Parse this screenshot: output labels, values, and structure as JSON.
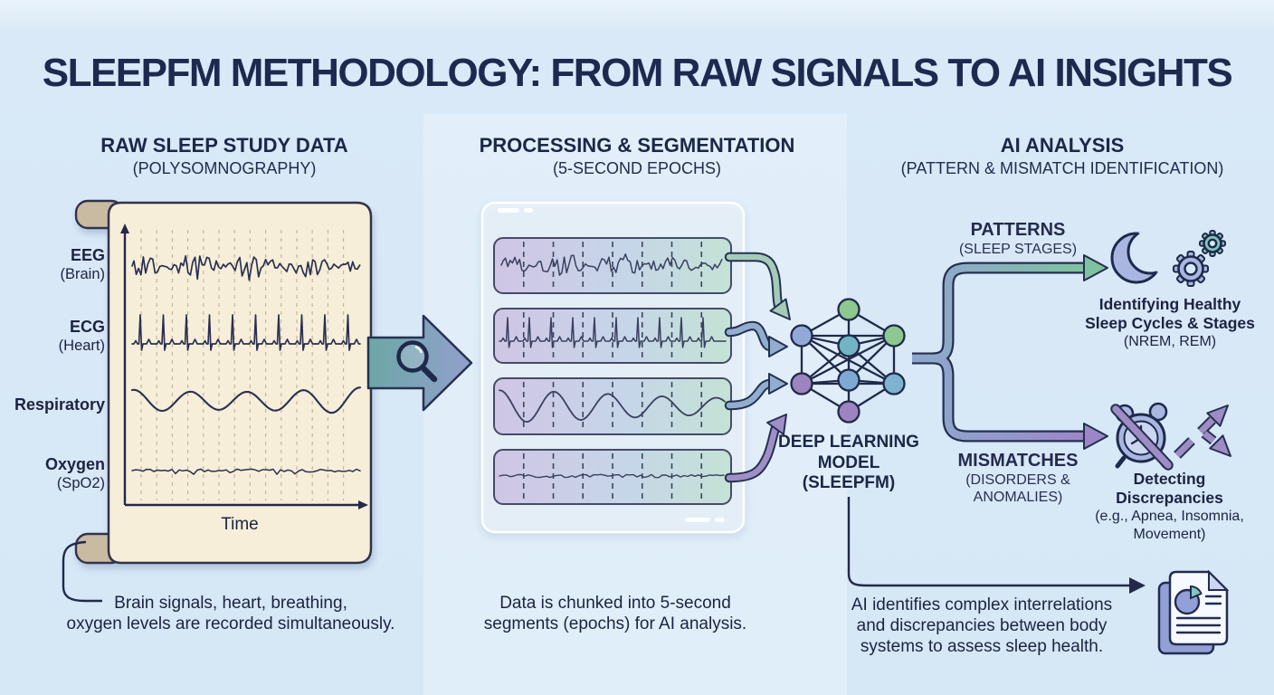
{
  "title": "SLEEPFM METHODOLOGY: FROM RAW SIGNALS TO AI INSIGHTS",
  "columns": [
    {
      "heading": "RAW SLEEP STUDY DATA",
      "subheading": "(POLYSOMNOGRAPHY)"
    },
    {
      "heading": "PROCESSING & SEGMENTATION",
      "subheading": "(5-SECOND EPOCHS)"
    },
    {
      "heading": "AI ANALYSIS",
      "subheading": "(PATTERN & MISMATCH IDENTIFICATION)"
    }
  ],
  "raw_panel": {
    "signals": [
      {
        "label": "EEG",
        "sublabel": "(Brain)"
      },
      {
        "label": "ECG",
        "sublabel": "(Heart)"
      },
      {
        "label": "Respiratory",
        "sublabel": ""
      },
      {
        "label": "Oxygen",
        "sublabel": "(SpO2)"
      }
    ],
    "x_axis_label": "Time",
    "caption": [
      "Brain signals, heart, breathing,",
      "oxygen levels are recorded simultaneously."
    ]
  },
  "processing_panel": {
    "caption": [
      "Data is chunked into 5-second",
      "segments (epochs) for AI analysis."
    ]
  },
  "model": {
    "label_lines": [
      "DEEP LEARNING",
      "MODEL",
      "(SLEEPFM)"
    ]
  },
  "patterns": {
    "heading": "PATTERNS",
    "subheading": "(SLEEP STAGES)",
    "desc_bold": [
      "Identifying Healthy",
      "Sleep Cycles & Stages"
    ],
    "desc": "(NREM, REM)"
  },
  "mismatches": {
    "heading": "MISMATCHES",
    "subheading": [
      "(DISORDERS &",
      "ANOMALIES)"
    ],
    "desc_bold": [
      "Detecting",
      "Discrepancies"
    ],
    "desc": [
      "(e.g., Apnea, Insomnia,",
      "Movement)"
    ]
  },
  "ai_caption": [
    "AI identifies complex interrelations",
    "and discrepancies between body",
    "systems to assess sleep health."
  ],
  "icons": {
    "magnifier": "magnifier-icon",
    "moon": "moon-icon",
    "gears": "gears-icon",
    "alarm_clock_crossed": "alarm-clock-crossed-icon",
    "diverging_arrows": "diverging-arrows-icon",
    "report_document": "report-document-icon",
    "neural_network": "neural-network-icon"
  },
  "colors": {
    "background": "#d7e8f6",
    "band": "#eef6fd",
    "ink": "#1d2749",
    "paper": "#f6eed9",
    "paper_curl": "#c9baa2",
    "wave": "#2b3050",
    "strip_purple": "#cdc1e3",
    "strip_blue": "#c2d3e7",
    "strip_green": "#c1e1d2",
    "arrow_green": "#a4cbb7",
    "arrow_blue": "#92aecf",
    "arrow_purple": "#a08fc7",
    "big_arrow_teal": "#6ba7a6",
    "big_arrow_blue": "#93a0cd",
    "branch_green": "#7fc2a0",
    "branch_blue": "#8fa6cc",
    "branch_purple": "#9c86c8",
    "node_green": "#8cc88f",
    "node_teal": "#72b4c4",
    "node_blue": "#7ea9d2",
    "node_periwinkle": "#92a8d8",
    "node_steel": "#7fb2cf",
    "node_purple": "#9d83c0",
    "icon_periwinkle": "#aab6e2",
    "icon_face": "#cdd6f1",
    "icon_teal": "#84c5bd",
    "icon_purple": "#9f8cc4",
    "doc_blue": "#93a0d6",
    "doc_fold": "#ccd5f0"
  }
}
